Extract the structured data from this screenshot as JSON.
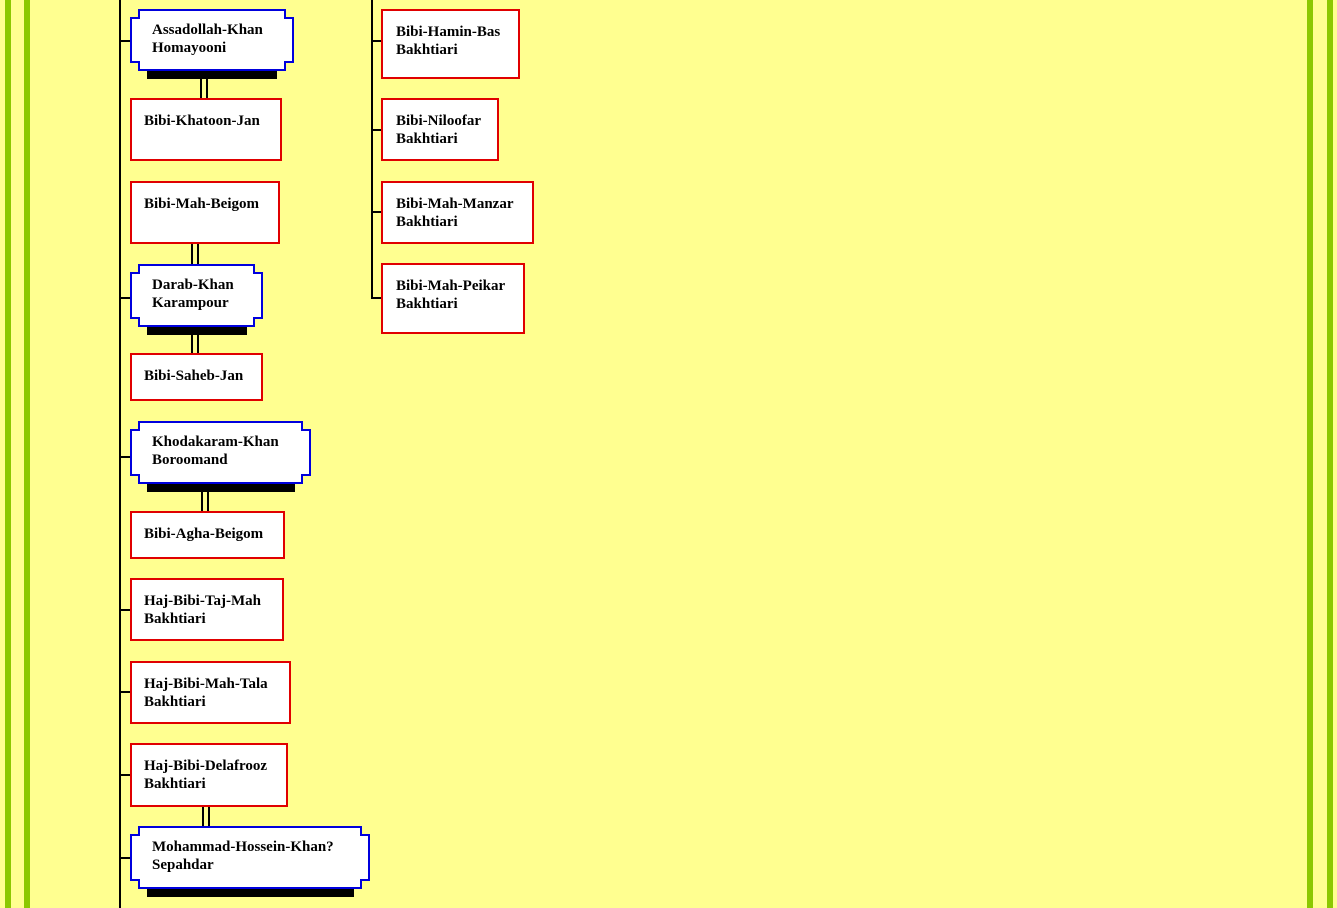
{
  "colors": {
    "background": "#ffff90",
    "stripe": "#8cc800",
    "female_border": "#e00000",
    "male_border": "#0000dd"
  },
  "column1": {
    "assadollah": {
      "line1": "Assadollah-Khan",
      "line2": "Homayooni"
    },
    "khatoon": {
      "line1": "Bibi-Khatoon-Jan"
    },
    "mah_beigom": {
      "line1": "Bibi-Mah-Beigom"
    },
    "darab": {
      "line1": "Darab-Khan",
      "line2": "Karampour"
    },
    "saheb": {
      "line1": "Bibi-Saheb-Jan"
    },
    "khodakaram": {
      "line1": "Khodakaram-Khan",
      "line2": "Boroomand"
    },
    "agha": {
      "line1": "Bibi-Agha-Beigom"
    },
    "taj_mah": {
      "line1": "Haj-Bibi-Taj-Mah",
      "line2": "Bakhtiari"
    },
    "mah_tala": {
      "line1": "Haj-Bibi-Mah-Tala",
      "line2": "Bakhtiari"
    },
    "delafrooz": {
      "line1": "Haj-Bibi-Delafrooz",
      "line2": "Bakhtiari"
    },
    "mohammad": {
      "line1": "Mohammad-Hossein-Khan?",
      "line2": "Sepahdar"
    }
  },
  "column2": {
    "hamin": {
      "line1": "Bibi-Hamin-Bas",
      "line2": "Bakhtiari"
    },
    "niloofar": {
      "line1": "Bibi-Niloofar",
      "line2": "Bakhtiari"
    },
    "manzar": {
      "line1": "Bibi-Mah-Manzar",
      "line2": "Bakhtiari"
    },
    "peikar": {
      "line1": "Bibi-Mah-Peikar",
      "line2": "Bakhtiari"
    }
  }
}
